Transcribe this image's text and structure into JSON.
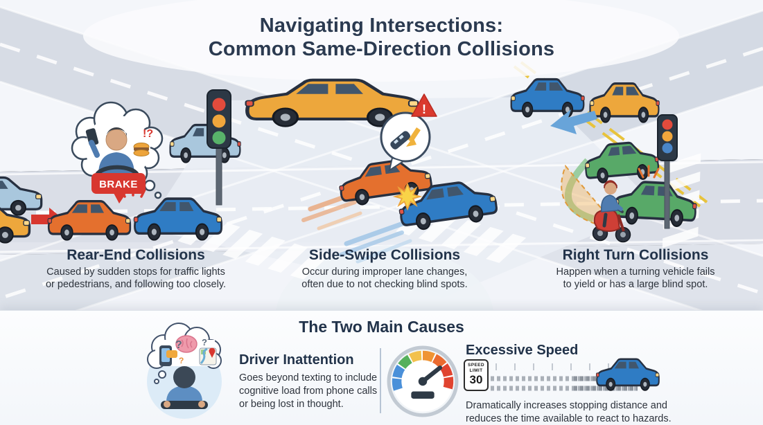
{
  "title": {
    "line1": "Navigating Intersections:",
    "line2": "Common Same-Direction Collisions"
  },
  "scenes": [
    {
      "heading": "Rear-End Collisions",
      "desc_lines": [
        "Caused by sudden stops for traffic lights",
        "or pedestrians, and following too closely."
      ],
      "brake_callout": "BRAKE",
      "distraction_marks": "!?"
    },
    {
      "heading": "Side-Swipe Collisions",
      "desc_lines": [
        "Occur during improper lane changes,",
        "often due to not checking blind spots."
      ],
      "warning_mark": "!"
    },
    {
      "heading": "Right Turn Collisions",
      "desc_lines": [
        "Happen when a turning vehicle fails",
        "to yield or has a large blind spot."
      ]
    }
  ],
  "causes": {
    "heading": "The Two Main Causes",
    "items": [
      {
        "heading": "Driver Inattention",
        "desc_lines": [
          "Goes beyond texting to include",
          "cognitive load from phone calls",
          "or being lost in thought."
        ]
      },
      {
        "heading": "Excessive Speed",
        "desc_lines": [
          "Dramatically increases stopping distance and",
          "reduces the time available to react to hazards."
        ],
        "speed_sign": {
          "line1": "SPEED",
          "line2": "LIMIT",
          "value": "30"
        }
      }
    ]
  },
  "icons": {
    "traffic_light": "traffic-light-icon",
    "distracted_driver_bubble": "thought-bubble-distracted-driver-icon",
    "blind_spot_warning": "blind-spot-warning-bubble-icon",
    "warning_triangle": "warning-triangle-icon",
    "distracted_driver_mind": "distracted-driver-mind-icon",
    "speedometer": "speedometer-icon",
    "speed_limit_sign": "speed-limit-sign-icon",
    "scooter": "scooter-icon"
  },
  "colors": {
    "title_navy": "#2b3a50",
    "accent_red": "#d8372f",
    "car_orange": "#e4702e",
    "car_blue": "#2f7cc4",
    "car_yellow": "#eda73c",
    "car_green": "#58a968",
    "car_light_blue": "#a9c7dd",
    "road_gray": "#d7dce5",
    "blind_spot_orange": "#f0b056",
    "warning_red": "#da3a2e"
  }
}
